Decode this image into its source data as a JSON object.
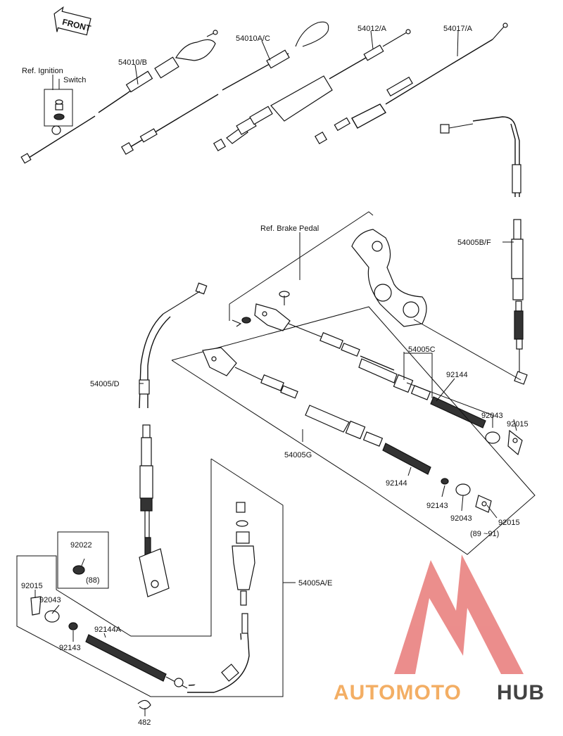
{
  "front_label": "FRONT",
  "labels": {
    "ref_ignition_1": "Ref. Ignition",
    "ref_ignition_2": "Switch",
    "p54010b": "54010/B",
    "p54010ac": "54010A/C",
    "p54012a": "54012/A",
    "p54017a": "54017/A",
    "ref_brake_pedal": "Ref. Brake Pedal",
    "p54005bf": "54005B/F",
    "p54005c": "54005C",
    "p92144_upper": "92144",
    "p92043_upper": "92043",
    "p92015_upper": "92015",
    "p54005d": "54005/D",
    "p54005g": "54005G",
    "p92144_mid": "92144",
    "p92143_mid": "92143",
    "p92043_mid": "92043",
    "p92015_mid": "92015",
    "years": "(89 ~91)",
    "p92022": "92022",
    "p88": "(88)",
    "p54005ae": "54005A/E",
    "p92015_low": "92015",
    "p92043_low": "92043",
    "p92143_low": "92143",
    "p92144a": "92144A",
    "p482": "482"
  },
  "watermark": {
    "part1": "AUTOMOTO",
    "part2": "HUB",
    "color_primary": "#f2a14a",
    "color_secondary": "#e87a78",
    "color_dark": "#222222"
  }
}
